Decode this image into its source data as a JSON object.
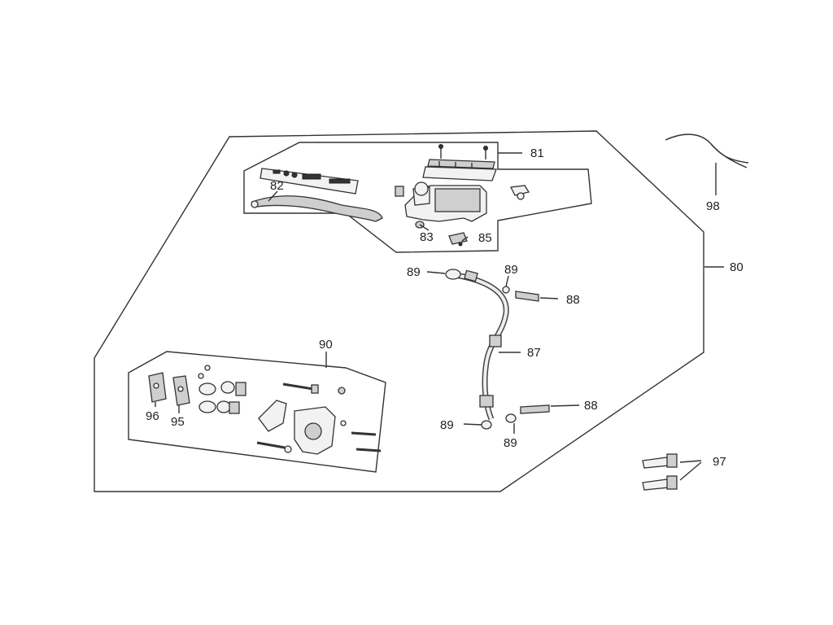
{
  "callouts": {
    "c80": "80",
    "c81": "81",
    "c82": "82",
    "c83": "83",
    "c85": "85",
    "c87": "87",
    "c88a": "88",
    "c88b": "88",
    "c89a": "89",
    "c89b": "89",
    "c89c": "89",
    "c89d": "89",
    "c90": "90",
    "c95": "95",
    "c96": "96",
    "c97": "97",
    "c98": "98"
  }
}
